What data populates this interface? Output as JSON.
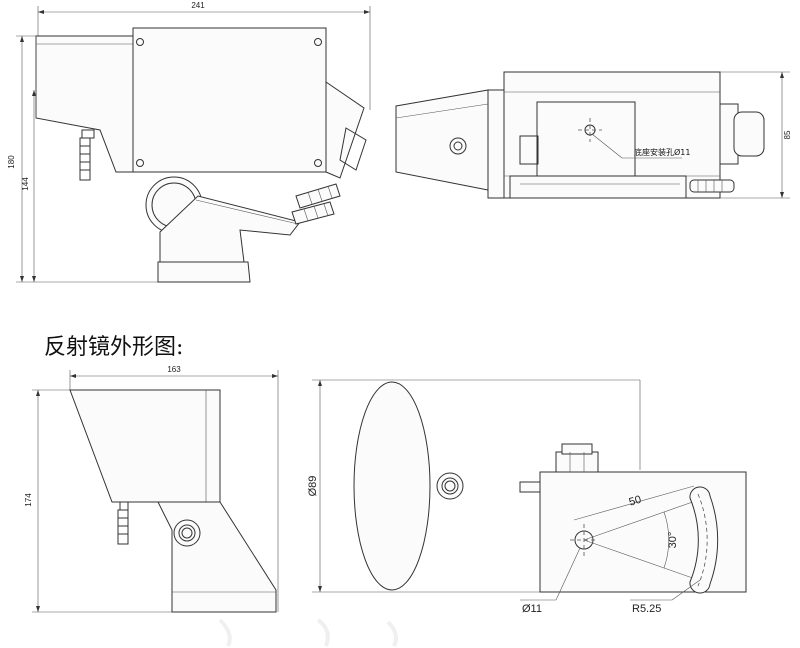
{
  "caption": "反射镜外形图:",
  "dimensions": {
    "housing_width": "241",
    "housing_height": "180",
    "housing_lower_height": "144",
    "side_height": "85",
    "mirror_width": "163",
    "mirror_height": "174",
    "mirror_diameter": "Ø89",
    "slot_length": "50",
    "slot_angle": "30°",
    "hole_diameter": "Ø11",
    "slot_radius": "R5.25"
  },
  "notes": {
    "mount_hole": "底座安装孔Ø11"
  }
}
